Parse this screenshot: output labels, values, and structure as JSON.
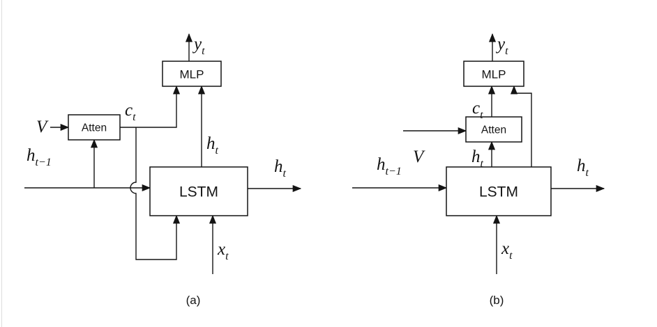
{
  "figure": {
    "background": "#ffffff",
    "line_color": "#141414"
  },
  "diagram_a": {
    "caption": "(a)",
    "boxes": {
      "mlp": "MLP",
      "atten": "Atten",
      "lstm": "LSTM"
    },
    "labels": {
      "y_t": {
        "base": "y",
        "sub": "t"
      },
      "c_t": {
        "base": "c",
        "sub": "t"
      },
      "v": "V",
      "h_prev": {
        "base": "h",
        "sub": "t−1"
      },
      "h_t_inner": {
        "base": "h",
        "sub": "t"
      },
      "h_t_out": {
        "base": "h",
        "sub": "t"
      },
      "x_t": {
        "base": "x",
        "sub": "t"
      }
    }
  },
  "diagram_b": {
    "caption": "(b)",
    "boxes": {
      "mlp": "MLP",
      "atten": "Atten",
      "lstm": "LSTM"
    },
    "labels": {
      "y_t": {
        "base": "y",
        "sub": "t"
      },
      "c_t": {
        "base": "c",
        "sub": "t"
      },
      "v": "V",
      "h_t_mid": {
        "base": "h",
        "sub": "t"
      },
      "h_prev": {
        "base": "h",
        "sub": "t−1"
      },
      "h_t_out": {
        "base": "h",
        "sub": "t"
      },
      "x_t": {
        "base": "x",
        "sub": "t"
      }
    }
  }
}
